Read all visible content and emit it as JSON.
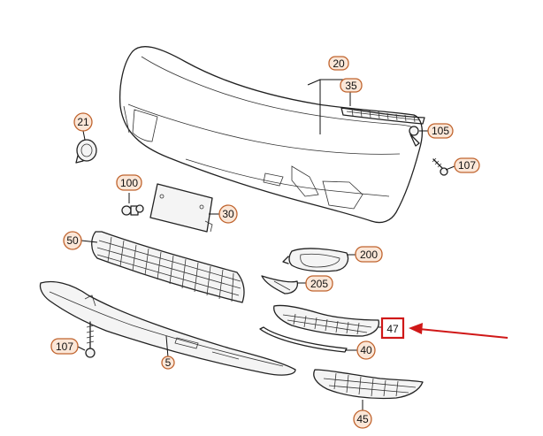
{
  "callouts": {
    "c20": "20",
    "c35": "35",
    "c105": "105",
    "c107a": "107",
    "c21": "21",
    "c100": "100",
    "c30": "30",
    "c50": "50",
    "c200": "200",
    "c205": "205",
    "c47": "47",
    "c40": "40",
    "c107b": "107",
    "c5": "5",
    "c45": "45"
  },
  "colors": {
    "callout_fill": "#fbe7d8",
    "callout_stroke": "#c0642e",
    "highlight": "#d01818"
  },
  "highlighted_part": "47"
}
